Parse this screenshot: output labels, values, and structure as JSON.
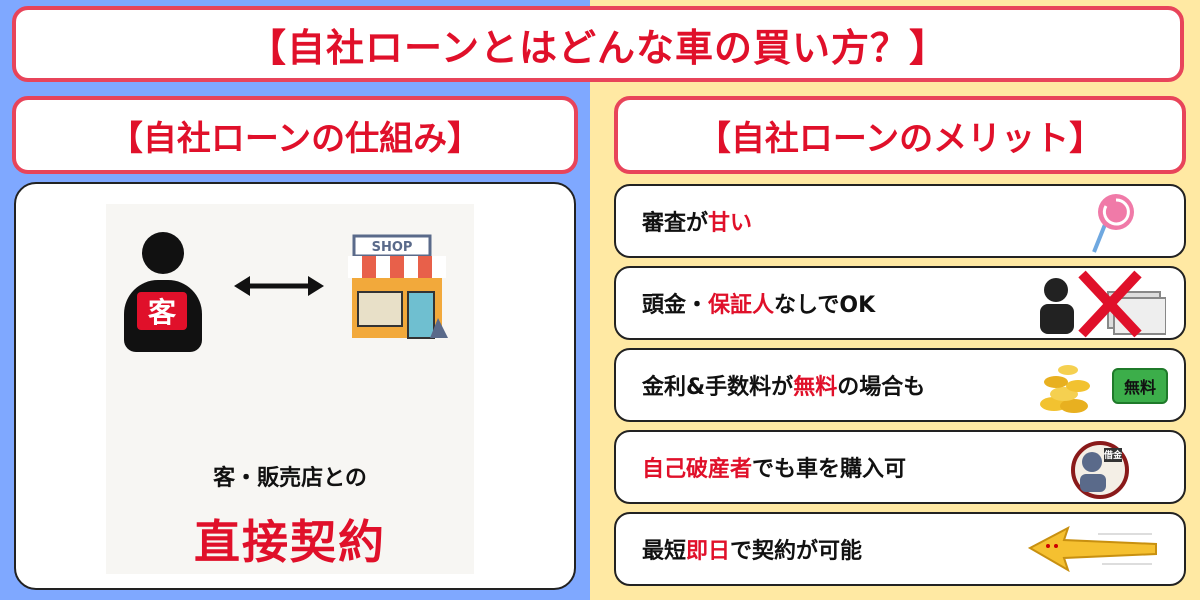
{
  "title": "【自社ローンとはどんな車の買い方？】",
  "left": {
    "heading": "【自社ローンの仕組み】",
    "customer_badge": "客",
    "shop_sign": "SHOP",
    "caption": "客・販売店との",
    "contract": "直接契約"
  },
  "right": {
    "heading": "【自社ローンのメリット】",
    "items": [
      {
        "pre": "審査が",
        "red": "甘い",
        "post": "",
        "icon": "lollipop-icon"
      },
      {
        "pre": "頭金・",
        "red": "保証人",
        "post": "なしでOK",
        "icon": "no-cash-icon"
      },
      {
        "pre": "金利&手数料が",
        "red": "無料",
        "post": "の場合も",
        "icon": "coins-free-icon",
        "badge": "無料"
      },
      {
        "pre": "",
        "red": "自己破産者",
        "post": "でも車を購入可",
        "icon": "debtor-icon",
        "badge": "借金"
      },
      {
        "pre": "最短",
        "red": "即日",
        "post": "で契約が可能",
        "icon": "speed-arrow-icon"
      }
    ]
  },
  "colors": {
    "accent": "#e0102a",
    "left_bg": "#7fa8ff",
    "right_bg": "#ffe9a3"
  }
}
